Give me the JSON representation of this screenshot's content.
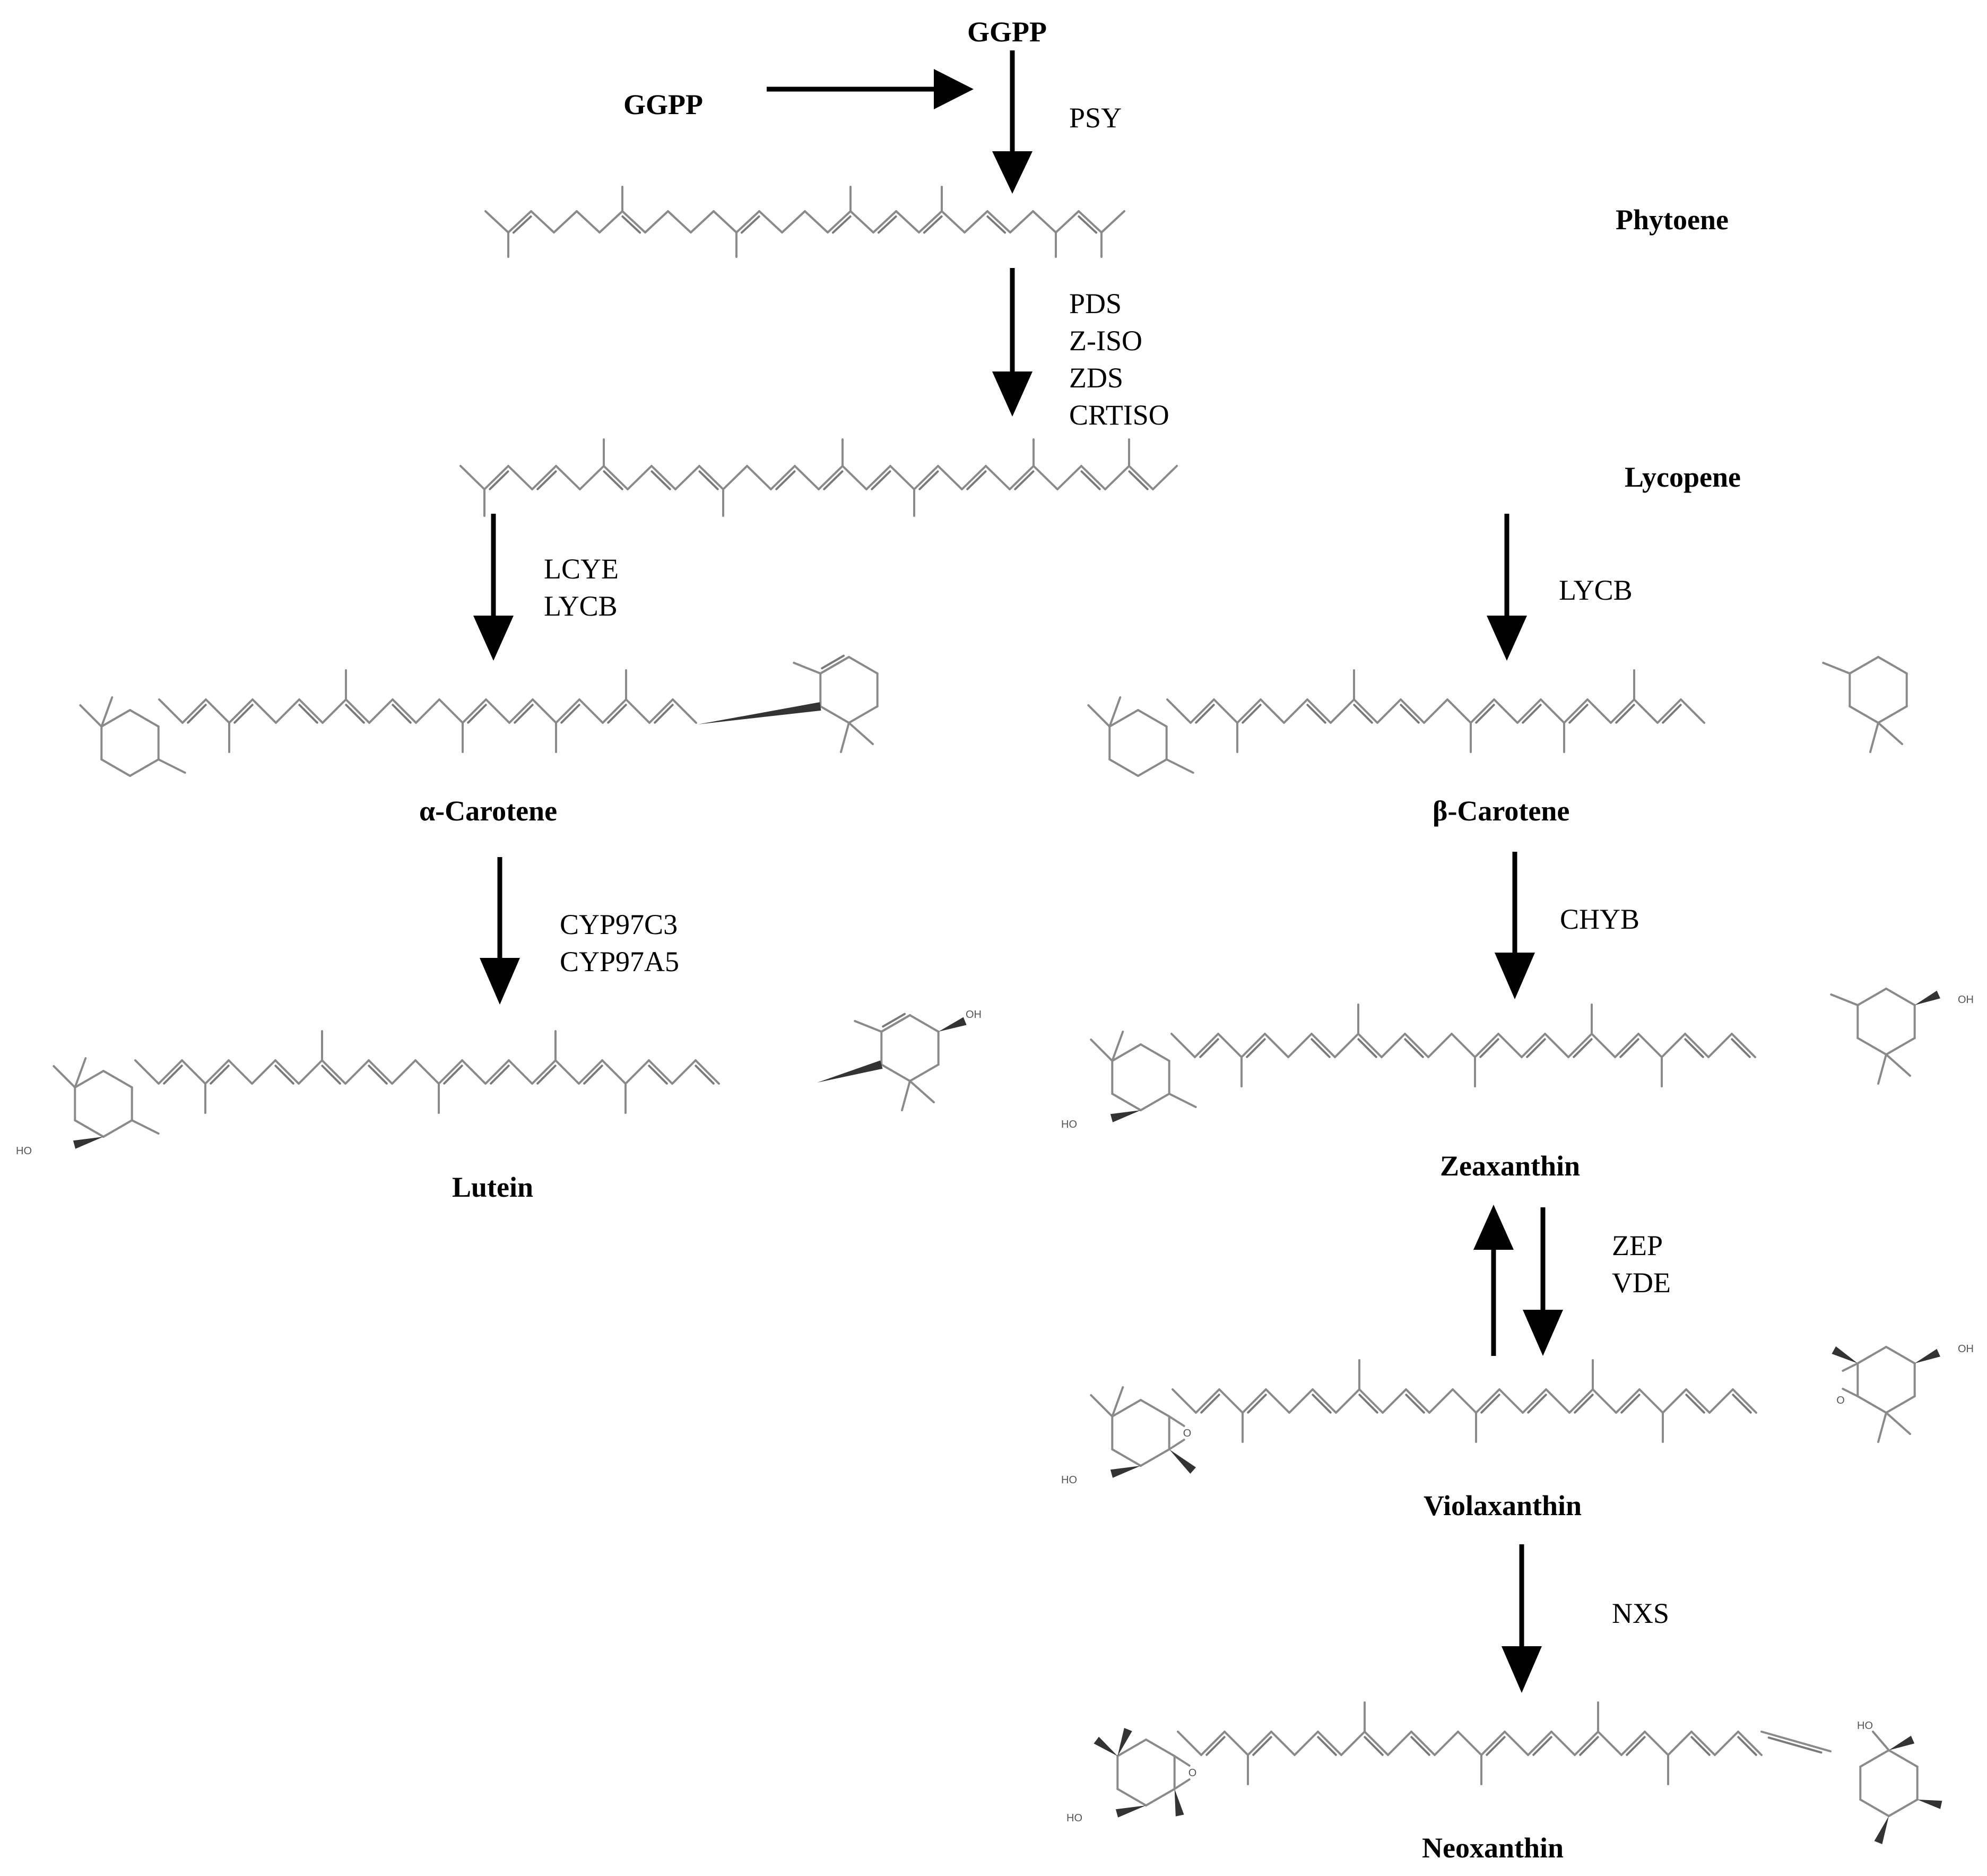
{
  "colors": {
    "text": "#000000",
    "bond": "#8a8a8a",
    "arrow": "#000000",
    "background": "#ffffff"
  },
  "compounds": {
    "ggpp_left": "GGPP",
    "ggpp_top": "GGPP",
    "phytoene": "Phytoene",
    "lycopene": "Lycopene",
    "alpha_carotene": "α-Carotene",
    "beta_carotene": "β-Carotene",
    "lutein": "Lutein",
    "zeaxanthin": "Zeaxanthin",
    "violaxanthin": "Violaxanthin",
    "neoxanthin": "Neoxanthin"
  },
  "enzymes": {
    "psy": [
      "PSY"
    ],
    "phytoene_to_lycopene": [
      "PDS",
      "Z-ISO",
      "ZDS",
      "CRTISO"
    ],
    "lycopene_to_alpha": [
      "LCYE",
      "LYCB"
    ],
    "lycopene_to_beta": [
      "LYCB"
    ],
    "alpha_to_lutein": [
      "CYP97C3",
      "CYP97A5"
    ],
    "beta_to_zeaxanthin": [
      "CHYB"
    ],
    "zeaxanthin_violaxanthin": [
      "ZEP",
      "VDE"
    ],
    "violaxanthin_to_neoxanthin": [
      "NXS"
    ]
  },
  "structure_text": {
    "hydroxyl": "HO",
    "hydroxyl_right": "OH",
    "epoxide_oxygen": "O"
  }
}
